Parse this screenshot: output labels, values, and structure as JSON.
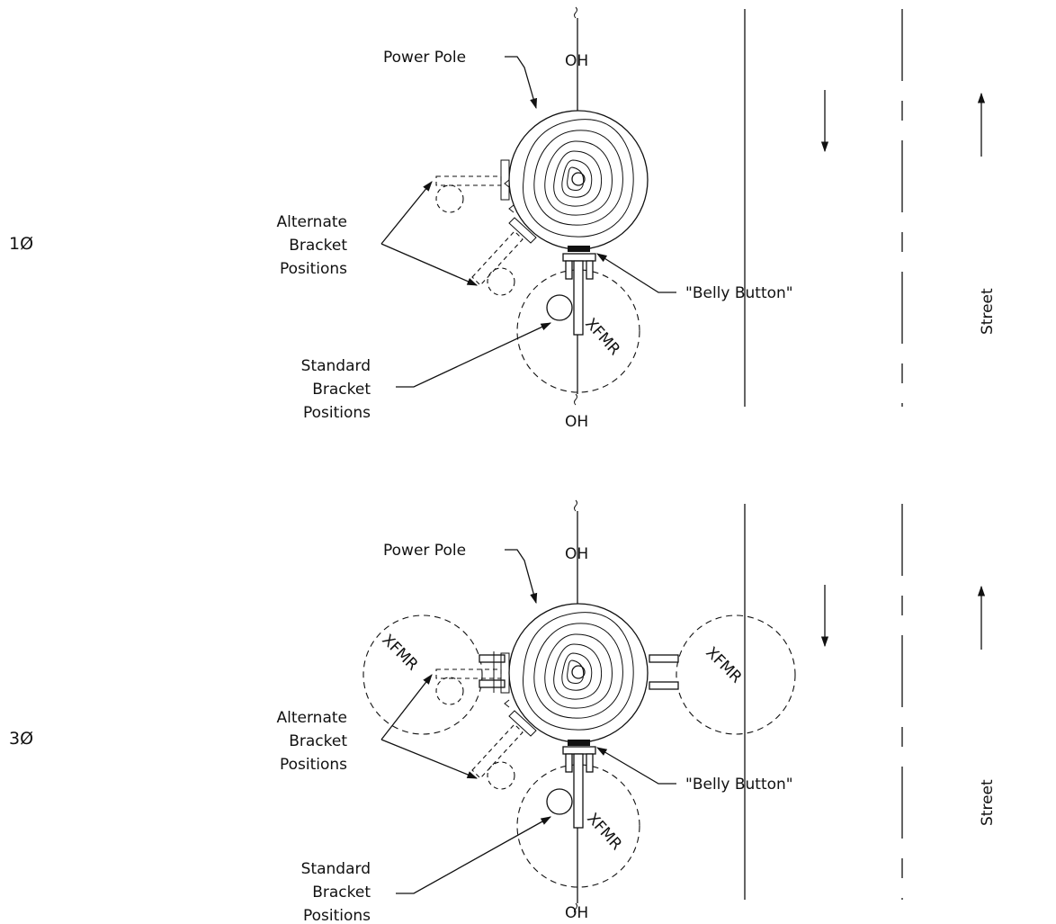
{
  "colors": {
    "ink": "#111111",
    "background": "#ffffff"
  },
  "panels": [
    {
      "phase_label": "1Ø",
      "pole_label": "Power Pole",
      "overhead_top": "OH",
      "overhead_bottom": "OH",
      "alternate_label": [
        "Alternate",
        "Bracket",
        "Positions"
      ],
      "standard_label": [
        "Standard",
        "Bracket",
        "Positions"
      ],
      "belly_button_label": "\"Belly Button\"",
      "transformer_label": "XFMR",
      "street_label": "Street"
    },
    {
      "phase_label": "3Ø",
      "pole_label": "Power Pole",
      "overhead_top": "OH",
      "overhead_bottom": "OH",
      "alternate_label": [
        "Alternate",
        "Bracket",
        "Positions"
      ],
      "standard_label": [
        "Standard",
        "Bracket",
        "Positions"
      ],
      "belly_button_label": "\"Belly Button\"",
      "transformer_label": "XFMR",
      "left_transformer_label": "XFMR",
      "right_transformer_label": "XFMR",
      "street_label": "Street"
    }
  ]
}
